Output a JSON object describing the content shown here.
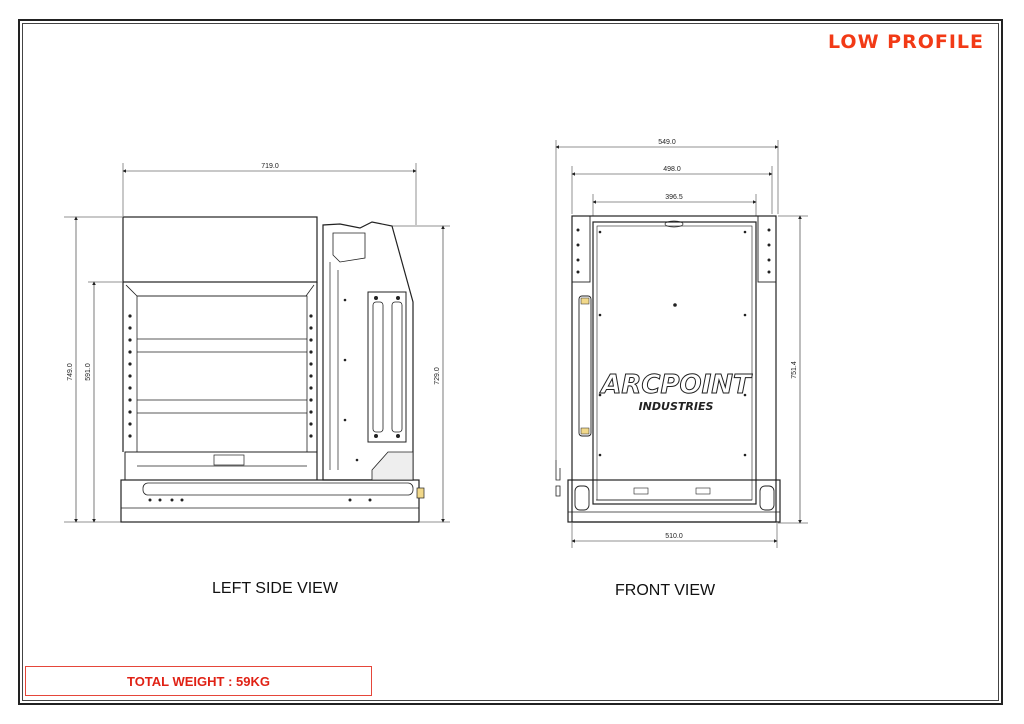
{
  "title": "LOW PROFILE",
  "views": {
    "left_side": {
      "label": "LEFT SIDE VIEW",
      "dims": {
        "width": "719.0",
        "height_total": "749.0",
        "height_inner": "591.0",
        "height_right": "729.0"
      }
    },
    "front": {
      "label": "FRONT VIEW",
      "dims": {
        "width_outer": "549.0",
        "width_mid": "498.0",
        "width_inner": "396.5",
        "height": "751.4",
        "width_base": "510.0"
      },
      "logo": {
        "line1": "ARCPOINT",
        "line2": "INDUSTRIES"
      }
    }
  },
  "weight": {
    "label": "TOTAL WEIGHT : 59KG"
  },
  "colors": {
    "accent": "#f23a16",
    "weight_text": "#e02215",
    "line": "#222222"
  }
}
